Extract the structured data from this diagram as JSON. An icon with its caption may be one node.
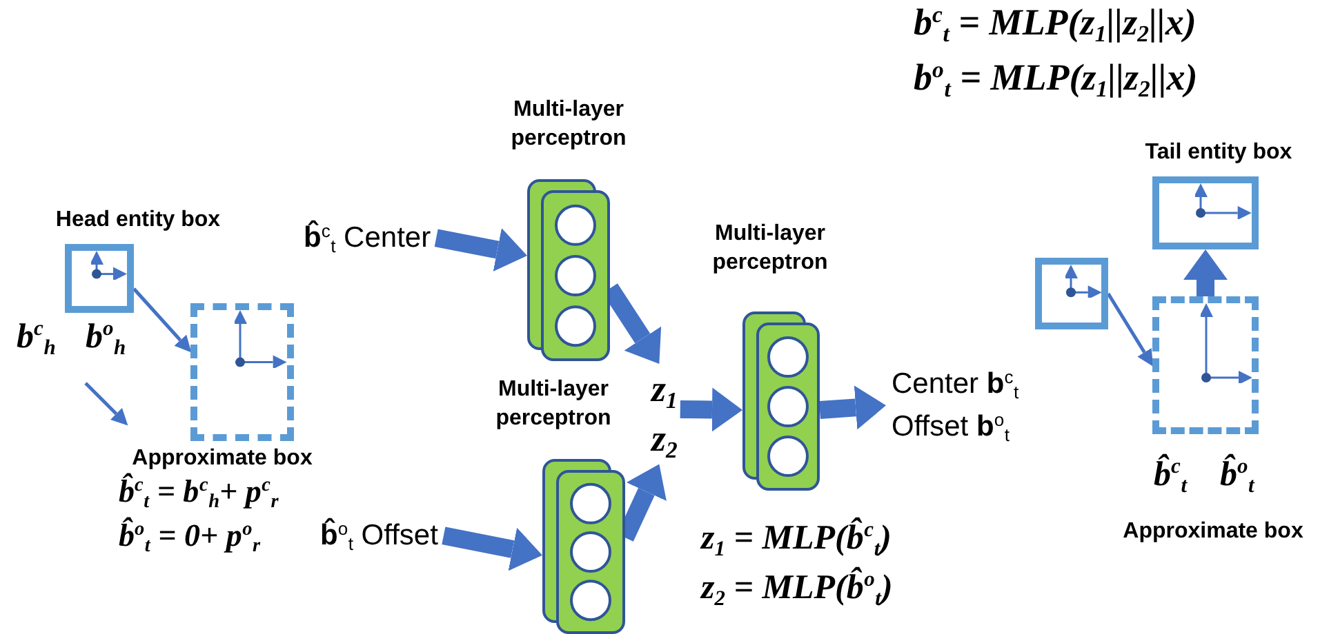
{
  "diagram": {
    "nodes": [
      {
        "text": [
          "Head entity box"
        ]
      },
      {
        "text": [
          "Approximate box"
        ]
      },
      {
        "text": [
          "**b̂**$^{c}$$_{t}$ Center"
        ]
      },
      {
        "text": [
          "Multi-layer perceptron"
        ]
      },
      {
        "text": [
          "**b̂**$^{o}$$_{t}$ Offset"
        ]
      },
      {
        "text": [
          "Multi-layer perceptron"
        ]
      },
      {
        "text": [
          "z$_{1}$",
          "z$_{2}$"
        ]
      },
      {
        "text": [
          "Multi-layer perceptron"
        ]
      },
      {
        "text": [
          "Center **b**$^{c}$$_{t}$",
          "Offset **b**$^{o}$$_{t}$"
        ]
      },
      {
        "text": [],
        "shape": "box"
      },
      {
        "text": [
          "Approximate box"
        ],
        "beside": [
          "b̂$^{c}$$_{t}$",
          "b̂$^{o}$$_{t}$"
        ]
      },
      {
        "text": [
          "Tail entity box"
        ]
      }
    ],
    "edges": [
      {
        "from": 0,
        "to": 1,
        "arrow": "to"
      },
      {
        "from": null,
        "to": 1,
        "arrow": "to"
      },
      {
        "from": 2,
        "to": 3,
        "arrow": "to"
      },
      {
        "from": 4,
        "to": 5,
        "arrow": "to"
      },
      {
        "from": 3,
        "to": 6,
        "arrow": "to"
      },
      {
        "from": 5,
        "to": 6,
        "arrow": "to"
      },
      {
        "from": 6,
        "to": 7,
        "arrow": "to"
      },
      {
        "from": 7,
        "to": 8,
        "arrow": "to"
      },
      {
        "from": 9,
        "to": 10,
        "arrow": "to"
      },
      {
        "from": 10,
        "to": 11,
        "arrow": "to"
      }
    ],
    "labels": [
      "b$^{c}$$_{t}$ = MLP(z$_{1}$||z$_{2}$||x)",
      "b$^{o}$$_{t}$ = MLP(z$_{1}$||z$_{2}$||x)",
      "b$^{c}$$_{h}$",
      "b$^{o}$$_{h}$",
      "b̂$^{c}$$_{t}$ = b$^{c}$$_{h}$+ p$^{c}$$_{r}$",
      "b̂$^{o}$$_{t}$ = 0+ p$^{o}$$_{r}$",
      "z$_{1}$ = MLP(b̂$^{c}$$_{t}$)",
      "z$_{2}$ = MLP(b̂$^{o}$$_{t}$)"
    ]
  }
}
